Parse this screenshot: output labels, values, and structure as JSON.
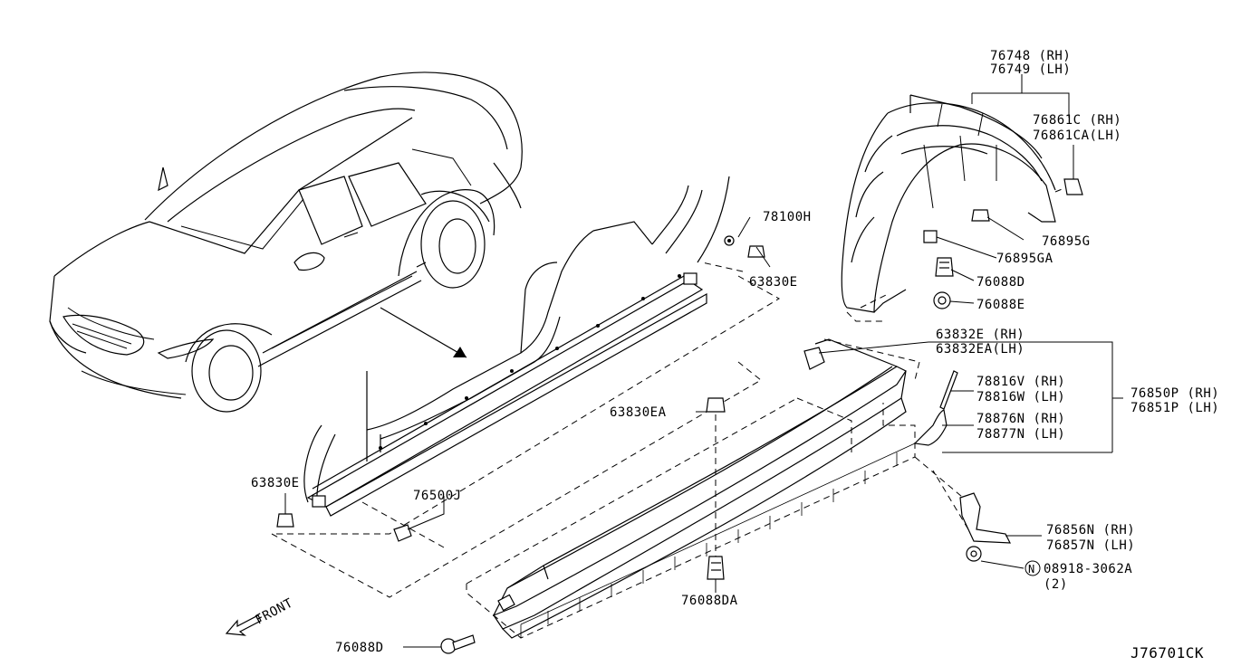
{
  "diagram_code": "J76701CK",
  "front_label": "FRONT",
  "parts": {
    "p76748": "76748 (RH)",
    "p76749": "76749 (LH)",
    "p76861c": "76861C  (RH)",
    "p76861ca": "76861CA(LH)",
    "p78100h": "78100H",
    "p63830e_top": "63830E",
    "p76895g": "76895G",
    "p76895ga": "76895GA",
    "p76088d_top": "76088D",
    "p76088e": "76088E",
    "p63832e": "63832E  (RH)",
    "p63832ea": "63832EA(LH)",
    "p78816v": "78816V (RH)",
    "p78816w": "78816W (LH)",
    "p76850p": "76850P (RH)",
    "p76851p": "76851P (LH)",
    "p78876n": "78876N (RH)",
    "p78877n": "78877N (LH)",
    "p63830ea": "63830EA",
    "p63830e_left": "63830E",
    "p76500j": "76500J",
    "p76856n": "76856N (RH)",
    "p76857n": "76857N (LH)",
    "p08918": "08918-3062A",
    "p08918_qty": "(2)",
    "p08918_prefix": "N",
    "p76088da": "76088DA",
    "p76088d_bottom": "76088D"
  }
}
